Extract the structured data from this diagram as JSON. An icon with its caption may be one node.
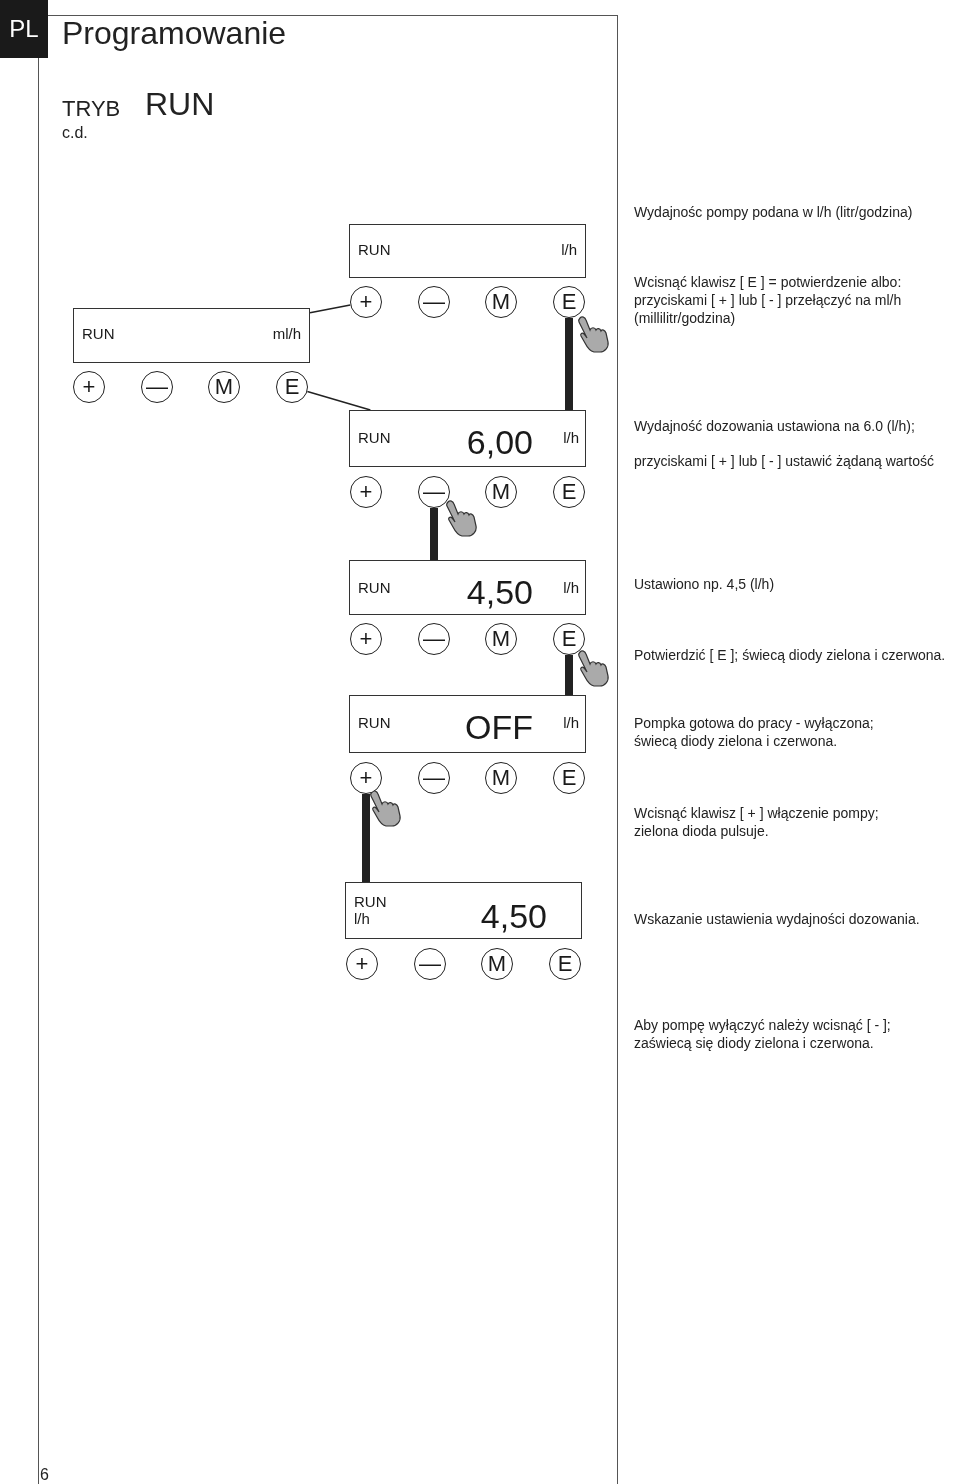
{
  "diagram": {
    "title": "Programowanie",
    "nodes": [
      {
        "text": [
          "RUN",
          "l/h"
        ]
      },
      {
        "text": [
          "+"
        ]
      },
      {
        "text": [
          "—"
        ]
      },
      {
        "text": [
          "M"
        ]
      },
      {
        "text": [
          "E"
        ]
      },
      {
        "text": [
          "RUN",
          "ml/h"
        ]
      },
      {
        "text": [
          "+"
        ]
      },
      {
        "text": [
          "—"
        ]
      },
      {
        "text": [
          "M"
        ]
      },
      {
        "text": [
          "E"
        ]
      },
      {
        "text": [
          "RUN",
          "6,00",
          "l/h"
        ]
      },
      {
        "text": [
          "+"
        ]
      },
      {
        "text": [
          "—"
        ]
      },
      {
        "text": [
          "M"
        ]
      },
      {
        "text": [
          "E"
        ]
      },
      {
        "text": [
          "RUN",
          "4,50",
          "l/h"
        ]
      },
      {
        "text": [
          "+"
        ]
      },
      {
        "text": [
          "—"
        ]
      },
      {
        "text": [
          "M"
        ]
      },
      {
        "text": [
          "E"
        ]
      },
      {
        "text": [
          "RUN",
          "OFF",
          "l/h"
        ]
      },
      {
        "text": [
          "+"
        ]
      },
      {
        "text": [
          "—"
        ]
      },
      {
        "text": [
          "M"
        ]
      },
      {
        "text": [
          "E"
        ]
      },
      {
        "text": [
          "RUN",
          "l/h",
          "4,50"
        ]
      },
      {
        "text": [
          "+"
        ]
      },
      {
        "text": [
          "—"
        ]
      },
      {
        "text": [
          "M"
        ]
      },
      {
        "text": [
          "E"
        ]
      }
    ],
    "edges": [
      {
        "from": 1,
        "to": 5,
        "arrow": "none"
      },
      {
        "from": 4,
        "to": 10,
        "arrow": "none"
      },
      {
        "from": 9,
        "to": 10,
        "arrow": "none"
      },
      {
        "from": 12,
        "to": 15,
        "arrow": "none"
      },
      {
        "from": 19,
        "to": 20,
        "arrow": "none"
      },
      {
        "from": 21,
        "to": 25,
        "arrow": "none"
      }
    ],
    "labels": [
      "PL",
      "TRYB",
      "RUN",
      "c.d.",
      "Wydajnośc pompy podana w  l/h (litr/godzina)",
      "Wcisnąć klawisz [ E ] = potwierdzenie albo: przyciskami [ + ] lub [ - ] przełączyć na ml/h (millilitr/godzina)",
      "Wydajność dozowania ustawiona na 6.0 (l/h);",
      "przyciskami [ + ] lub [ - ] ustawić żądaną wartość",
      "Ustawiono np. 4,5 (l/h)",
      "Potwierdzić [ E ]; świecą diody zielona i czerwona.",
      "Pompka gotowa do pracy - wyłączona; świecą diody zielona i czerwona.",
      "Wcisnąć klawisz [ + ] włączenie pompy; zielona dioda pulsuje.",
      "Wskazanie ustawienia wydajności dozowania.",
      "Aby pompę wyłączyć należy wcisnąć [ - ]; zaświecą się diody zielona i czerwona.",
      "6"
    ]
  }
}
